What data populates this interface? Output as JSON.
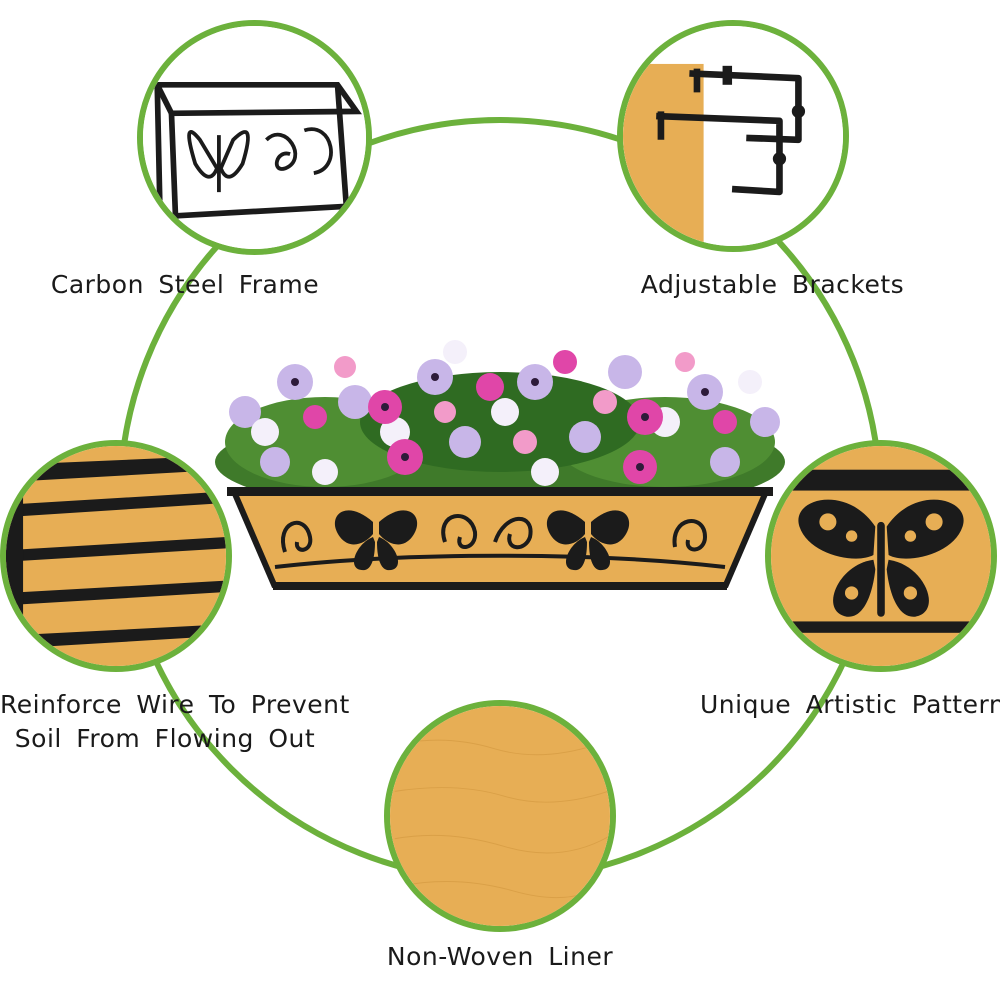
{
  "features": {
    "carbon_steel_frame": "Carbon Steel Frame",
    "adjustable_brackets": "Adjustable Brackets",
    "reinforce_wire_line1": "Reinforce Wire To Prevent",
    "reinforce_wire_line2": "Soil From Flowing Out",
    "artistic_pattern": "Unique Artistic Pattern",
    "non_woven_liner": "Non-Woven Liner"
  },
  "colors": {
    "ring_green": "#6cb13c",
    "liner_tan": "#e7ae55",
    "metal_black": "#1b1b1b"
  },
  "icons": {
    "frame": "butterfly-frame-icon",
    "brackets": "bracket-icon",
    "wire": "wire-bars-icon",
    "pattern": "butterfly-icon",
    "liner": "liner-texture-icon"
  }
}
